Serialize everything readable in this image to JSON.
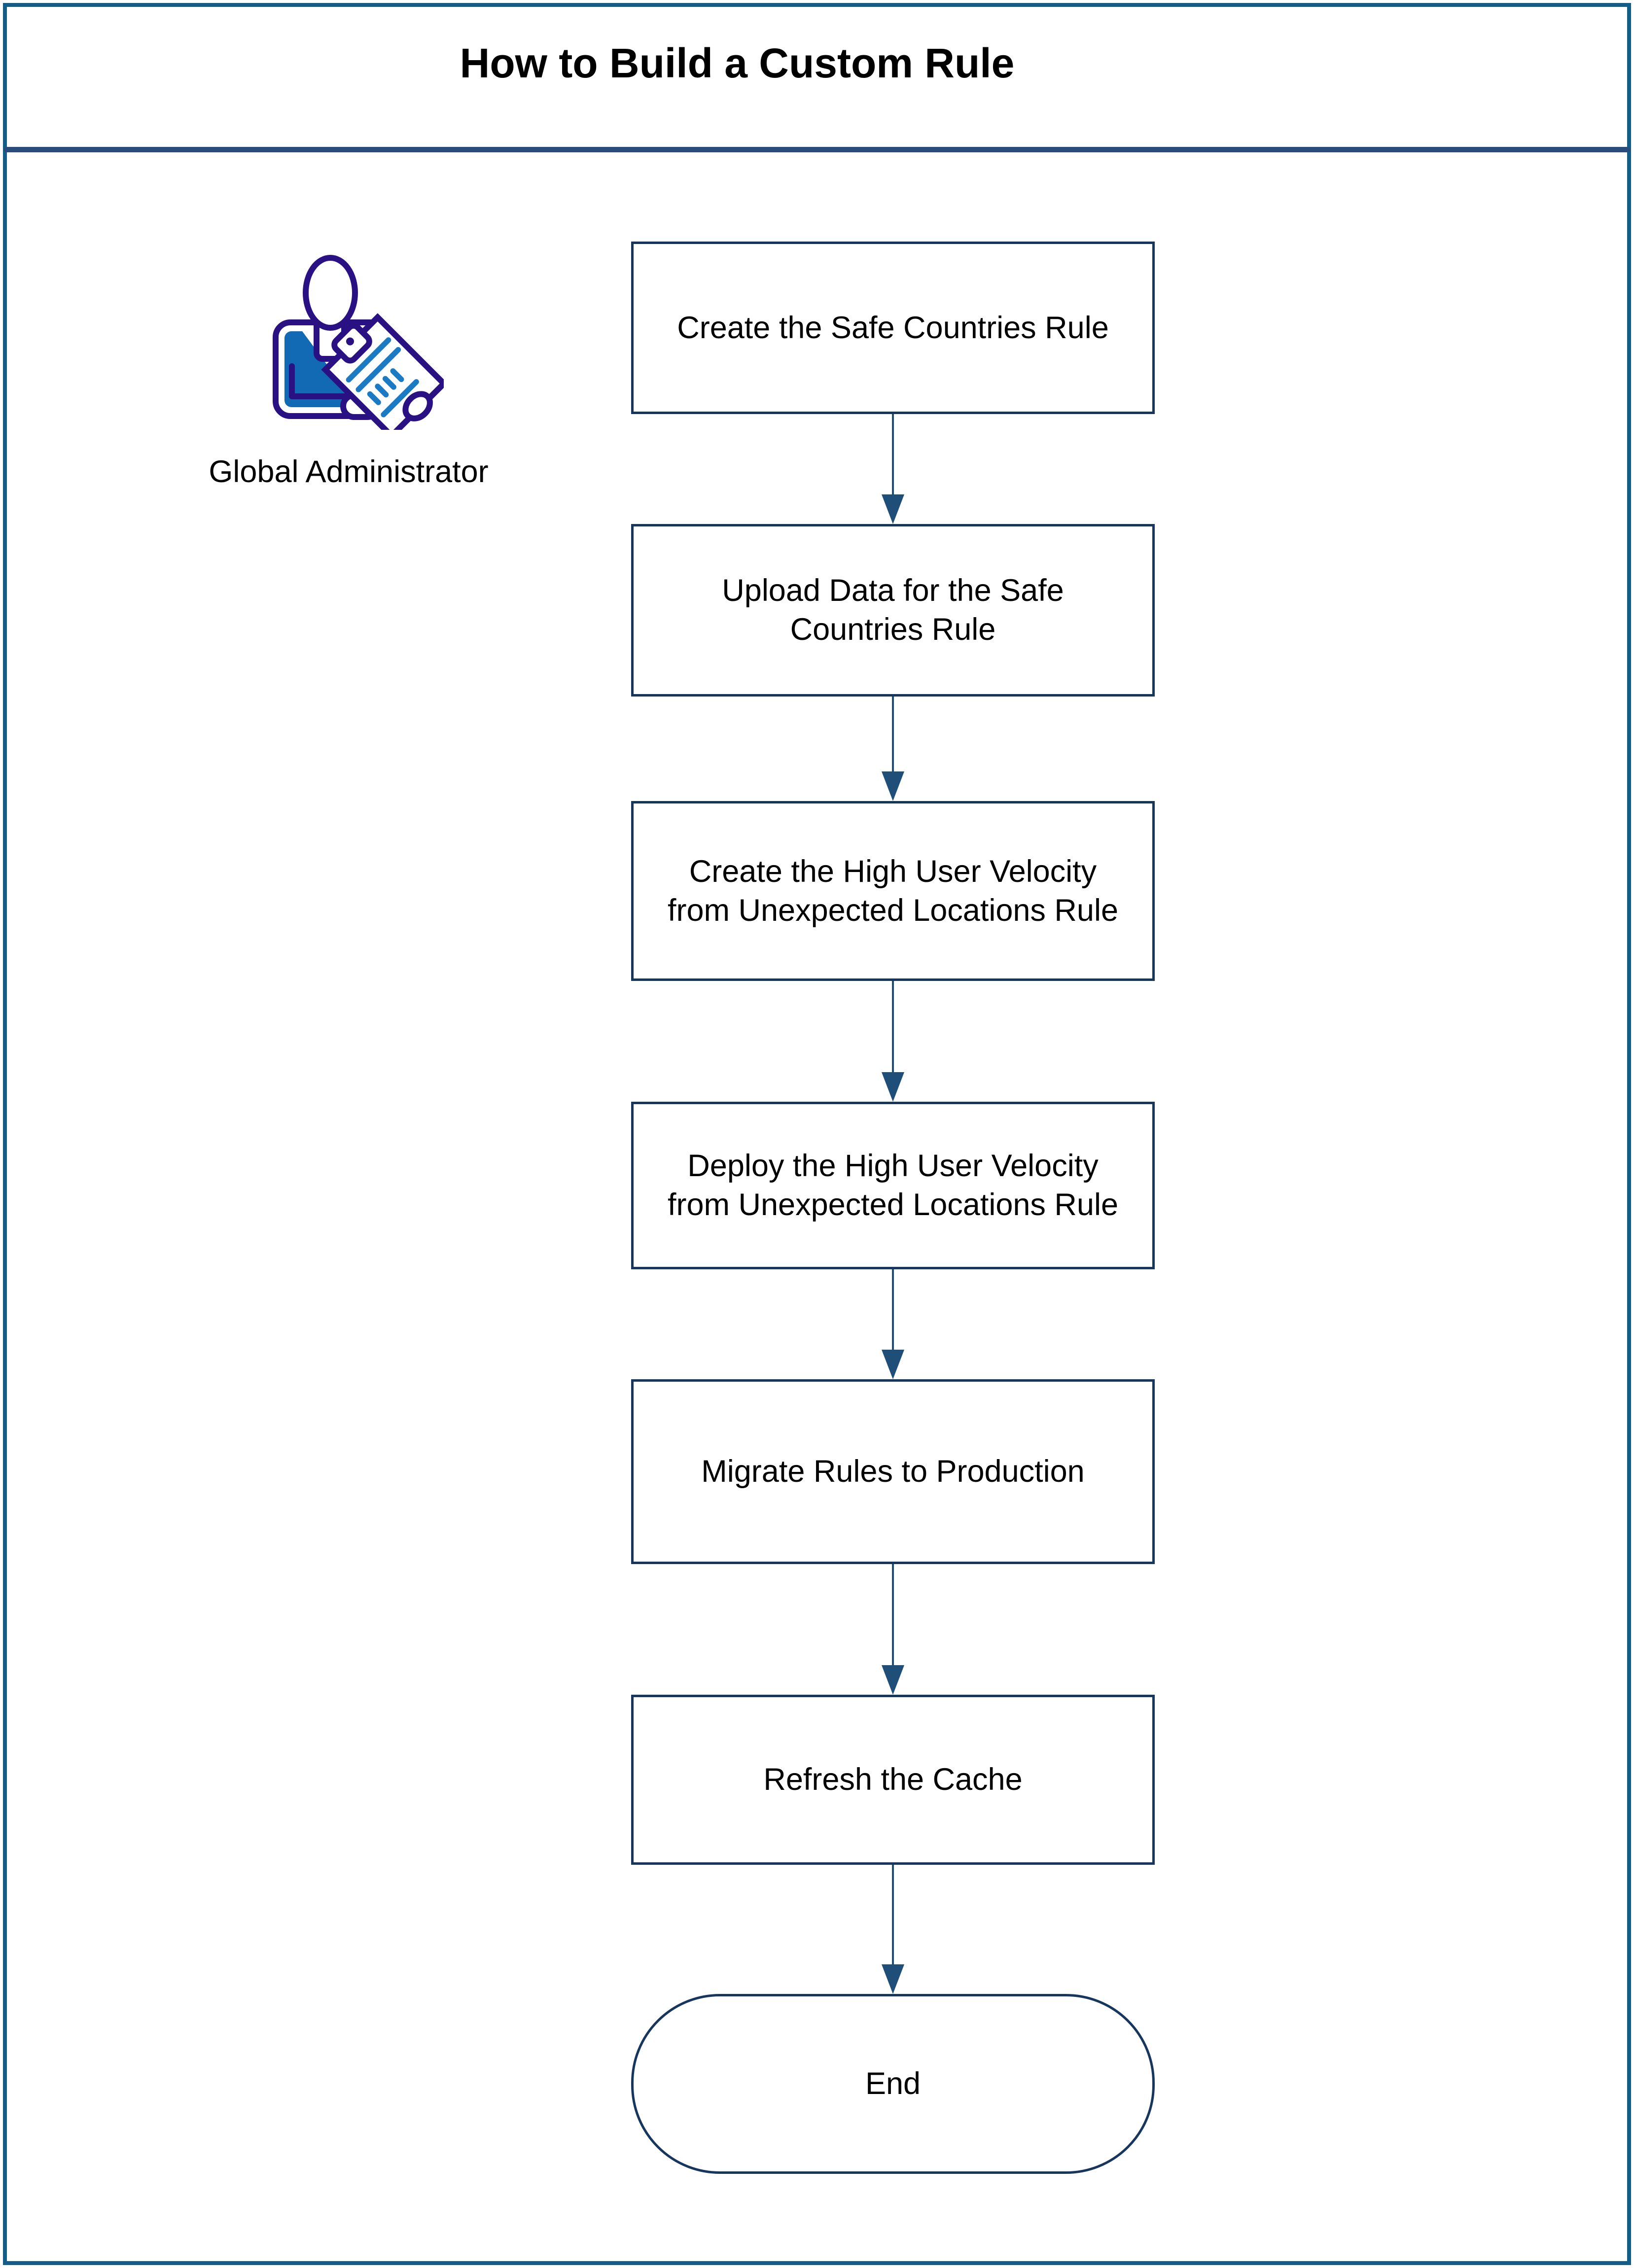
{
  "page": {
    "title": "How to Build a Custom Rule"
  },
  "actor": {
    "label": "Global Administrator",
    "icon": "admin-with-clipboard-icon"
  },
  "flow": {
    "steps": [
      {
        "id": "create-safe-countries-rule",
        "shape": "process",
        "label": "Create the Safe Countries Rule"
      },
      {
        "id": "upload-data-safe-countries-rule",
        "shape": "process",
        "label": "Upload Data for the Safe\nCountries Rule"
      },
      {
        "id": "create-high-user-velocity-rule",
        "shape": "process",
        "label": "Create the High User Velocity\nfrom Unexpected Locations Rule"
      },
      {
        "id": "deploy-high-user-velocity-rule",
        "shape": "process",
        "label": "Deploy the High User Velocity\nfrom Unexpected Locations Rule"
      },
      {
        "id": "migrate-rules-to-production",
        "shape": "process",
        "label": "Migrate Rules to Production"
      },
      {
        "id": "refresh-the-cache",
        "shape": "process",
        "label": "Refresh the Cache"
      },
      {
        "id": "end",
        "shape": "terminator",
        "label": "End"
      }
    ],
    "connector_count": 6
  },
  "colors": {
    "page_border": "#135e88",
    "title_rule": "#2a4c7d",
    "node_border": "#17365d",
    "connector": "#1f4e79",
    "icon_outline": "#2a1183",
    "icon_shirt": "#1269b4",
    "icon_note_lines": "#1b7ac4",
    "text": "#000000",
    "background": "#ffffff"
  }
}
